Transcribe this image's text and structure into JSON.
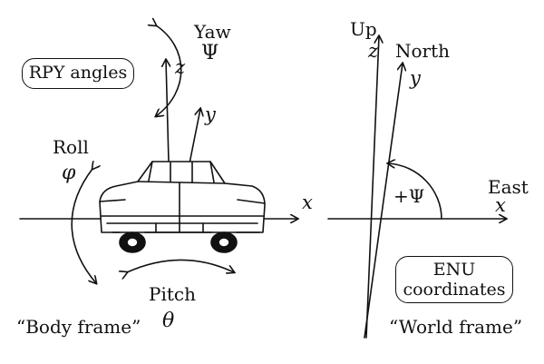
{
  "body_frame": {
    "badge": "RPY angles",
    "yaw_label": "Yaw",
    "yaw_symbol": "Ψ",
    "roll_label": "Roll",
    "roll_symbol": "φ",
    "pitch_label": "Pitch",
    "pitch_symbol": "θ",
    "axis_x": "x",
    "axis_y": "y",
    "axis_z": "z",
    "caption": "“Body frame”"
  },
  "world_frame": {
    "up_label": "Up",
    "north_label": "North",
    "east_label": "East",
    "axis_x": "x",
    "axis_y": "y",
    "axis_z": "z",
    "angle_label": "+Ψ",
    "badge_line1": "ENU",
    "badge_line2": "coordinates",
    "caption": "“World frame”"
  },
  "colors": {
    "ink": "#111111",
    "background": "#ffffff"
  }
}
